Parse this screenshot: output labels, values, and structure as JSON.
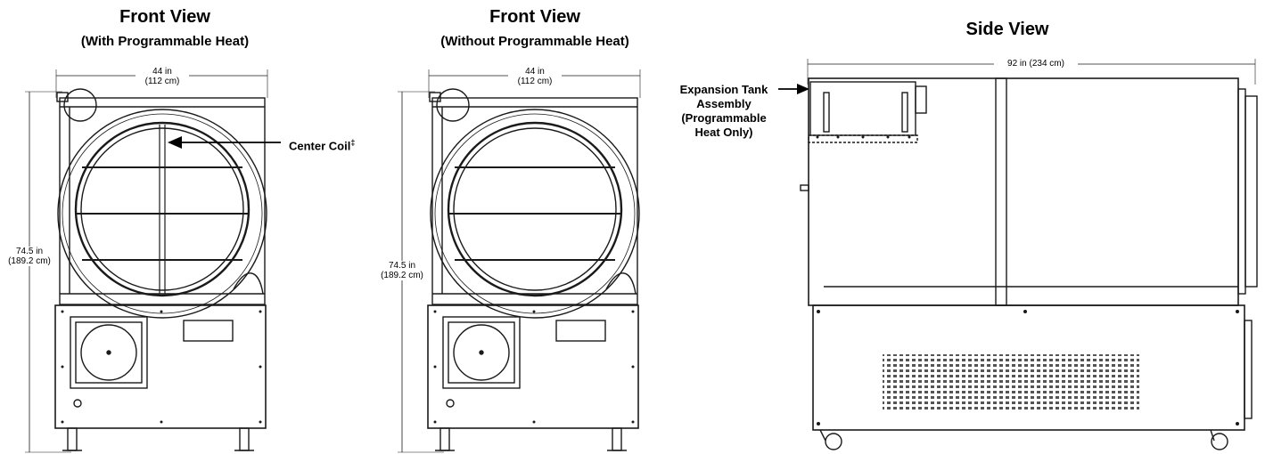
{
  "panels": {
    "front_programmable": {
      "title": "Front View",
      "subtitle": "(With Programmable Heat)",
      "width_in": "44 in",
      "width_cm": "(112 cm)",
      "height_in": "74.5 in",
      "height_cm": "(189.2 cm)",
      "callout": "Center Coil",
      "callout_mark": "‡"
    },
    "front_standard": {
      "title": "Front View",
      "subtitle": "(Without Programmable Heat)",
      "width_in": "44 in",
      "width_cm": "(112 cm)",
      "height_in": "74.5 in",
      "height_cm": "(189.2 cm)"
    },
    "side": {
      "title": "Side View",
      "length": "92 in (234 cm)",
      "callout_lines": [
        "Expansion Tank",
        "Assembly",
        "(Programmable",
        "Heat Only)"
      ]
    }
  },
  "colors": {
    "line": "#1a1a1a",
    "grille": "#555555"
  }
}
